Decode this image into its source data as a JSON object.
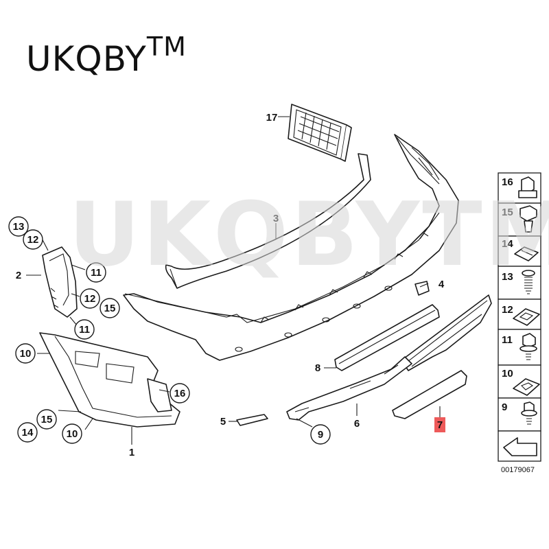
{
  "brand": {
    "name": "UKQBY",
    "mark": "TM"
  },
  "watermark": "UKQBYTM",
  "callouts": [
    {
      "id": "c17",
      "label": "17",
      "circle": false
    },
    {
      "id": "c3",
      "label": "3",
      "circle": false
    },
    {
      "id": "c13",
      "label": "13",
      "circle": true
    },
    {
      "id": "c12a",
      "label": "12",
      "circle": true
    },
    {
      "id": "c2",
      "label": "2",
      "circle": false
    },
    {
      "id": "c11a",
      "label": "11",
      "circle": true
    },
    {
      "id": "c12b",
      "label": "12",
      "circle": true
    },
    {
      "id": "c15a",
      "label": "15",
      "circle": true
    },
    {
      "id": "c11b",
      "label": "11",
      "circle": true
    },
    {
      "id": "c4",
      "label": "4",
      "circle": false
    },
    {
      "id": "c10a",
      "label": "10",
      "circle": true
    },
    {
      "id": "c8",
      "label": "8",
      "circle": false
    },
    {
      "id": "c16",
      "label": "16",
      "circle": true
    },
    {
      "id": "c15b",
      "label": "15",
      "circle": true
    },
    {
      "id": "c14",
      "label": "14",
      "circle": true
    },
    {
      "id": "c10b",
      "label": "10",
      "circle": true
    },
    {
      "id": "c5",
      "label": "5",
      "circle": false
    },
    {
      "id": "c9",
      "label": "9",
      "circle": true
    },
    {
      "id": "c6",
      "label": "6",
      "circle": false
    },
    {
      "id": "c7",
      "label": "7",
      "circle": false,
      "highlight": true
    },
    {
      "id": "c1",
      "label": "1",
      "circle": false
    }
  ],
  "legend": {
    "items": [
      {
        "label": "16",
        "icon": "hex-nut-icon"
      },
      {
        "label": "15",
        "icon": "expanding-nut-icon"
      },
      {
        "label": "14",
        "icon": "clip-nut-icon"
      },
      {
        "label": "13",
        "icon": "screw-spring-icon"
      },
      {
        "label": "12",
        "icon": "spring-nut-icon"
      },
      {
        "label": "11",
        "icon": "collar-screw-icon"
      },
      {
        "label": "10",
        "icon": "sheet-nut-icon"
      },
      {
        "label": "9",
        "icon": "hex-bolt-icon"
      },
      {
        "label": "",
        "icon": "arrow-icon"
      }
    ],
    "code": "00179067"
  },
  "colors": {
    "highlight": "#ee5a5a",
    "line": "#1a1a1a",
    "watermark": "#d6d6d6"
  }
}
